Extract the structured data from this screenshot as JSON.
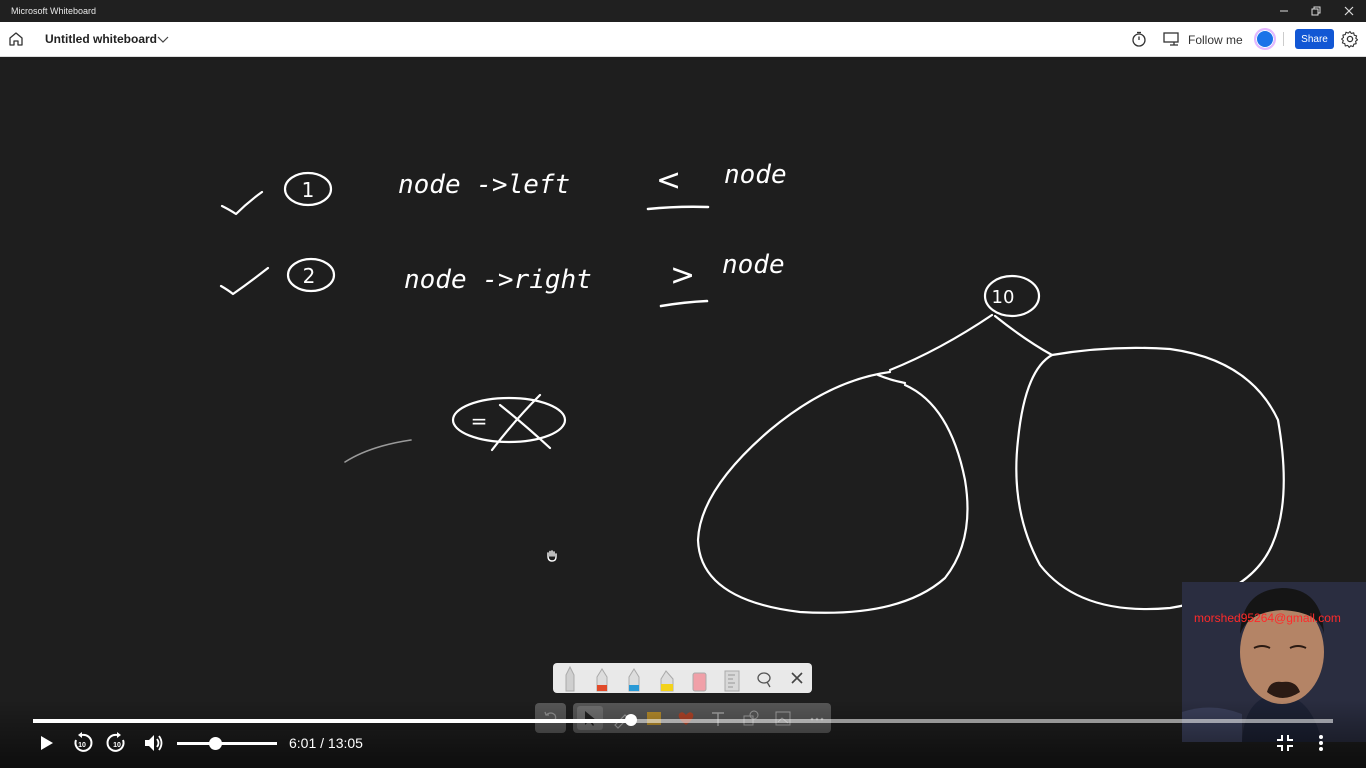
{
  "window": {
    "title": "Microsoft Whiteboard"
  },
  "appbar": {
    "board_name": "Untitled whiteboard",
    "follow_label": "Follow me",
    "share_label": "Share"
  },
  "whiteboard": {
    "rule1_number": "1",
    "rule1_left": "node ->left",
    "rule1_op": "<",
    "rule1_right": "node",
    "rule2_number": "2",
    "rule2_left": "node ->right",
    "rule2_op": ">",
    "rule2_right": "node",
    "root_value": "10",
    "crossed_symbol": "="
  },
  "overlay": {
    "watermark": "morshed95264@gmail.com"
  },
  "player": {
    "current_time": "6:01",
    "duration": "13:05",
    "time_display": "6:01 / 13:05",
    "progress_fraction": 0.46,
    "volume_fraction": 0.38,
    "skip_back_seconds": "10",
    "skip_forward_seconds": "10"
  },
  "colors": {
    "canvas_bg": "#1e1e1e",
    "ink": "#ffffff",
    "share_button": "#1257d4",
    "watermark": "#ff2a2a"
  }
}
